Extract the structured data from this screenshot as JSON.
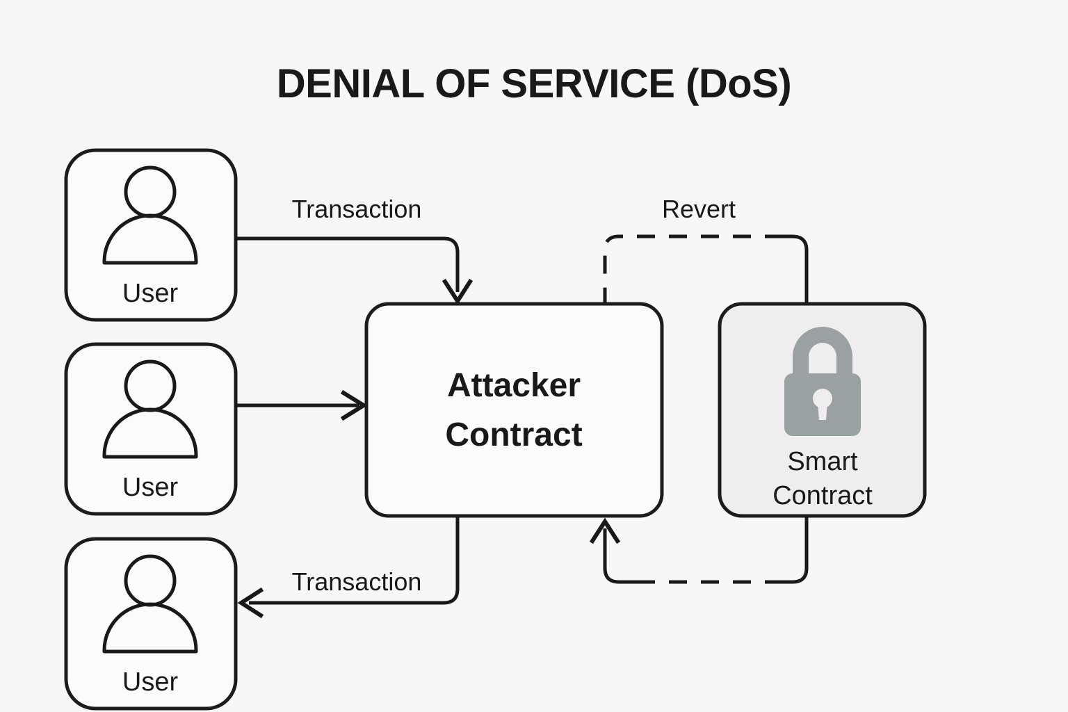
{
  "title": "DENIAL OF SERVICE (DoS)",
  "colors": {
    "background": "#f7f7f7",
    "stroke": "#18191b",
    "node_fill": "#fbfbfb",
    "smart_contract_fill": "#eeeeee",
    "lock_gray": "#9ba0a3"
  },
  "nodes": {
    "user_top": {
      "label": "User",
      "icon": "user-icon"
    },
    "user_middle": {
      "label": "User",
      "icon": "user-icon"
    },
    "user_bottom": {
      "label": "User",
      "icon": "user-icon"
    },
    "attacker_contract": {
      "line1": "Attacker",
      "line2": "Contract"
    },
    "smart_contract": {
      "line1": "Smart",
      "line2": "Contract",
      "icon": "lock-icon"
    }
  },
  "edges": {
    "transaction_in": {
      "label": "Transaction",
      "style": "solid",
      "from": "user_top",
      "to": "attacker_contract"
    },
    "transaction_mid": {
      "label": "",
      "style": "solid",
      "from": "user_middle",
      "to": "attacker_contract"
    },
    "transaction_out": {
      "label": "Transaction",
      "style": "solid",
      "from": "attacker_contract",
      "to": "user_bottom"
    },
    "revert_top": {
      "label": "Revert",
      "style": "dashed",
      "from": "smart_contract",
      "to": "attacker_contract"
    },
    "revert_bottom": {
      "label": "",
      "style": "dashed",
      "from": "smart_contract",
      "to": "attacker_contract"
    }
  }
}
